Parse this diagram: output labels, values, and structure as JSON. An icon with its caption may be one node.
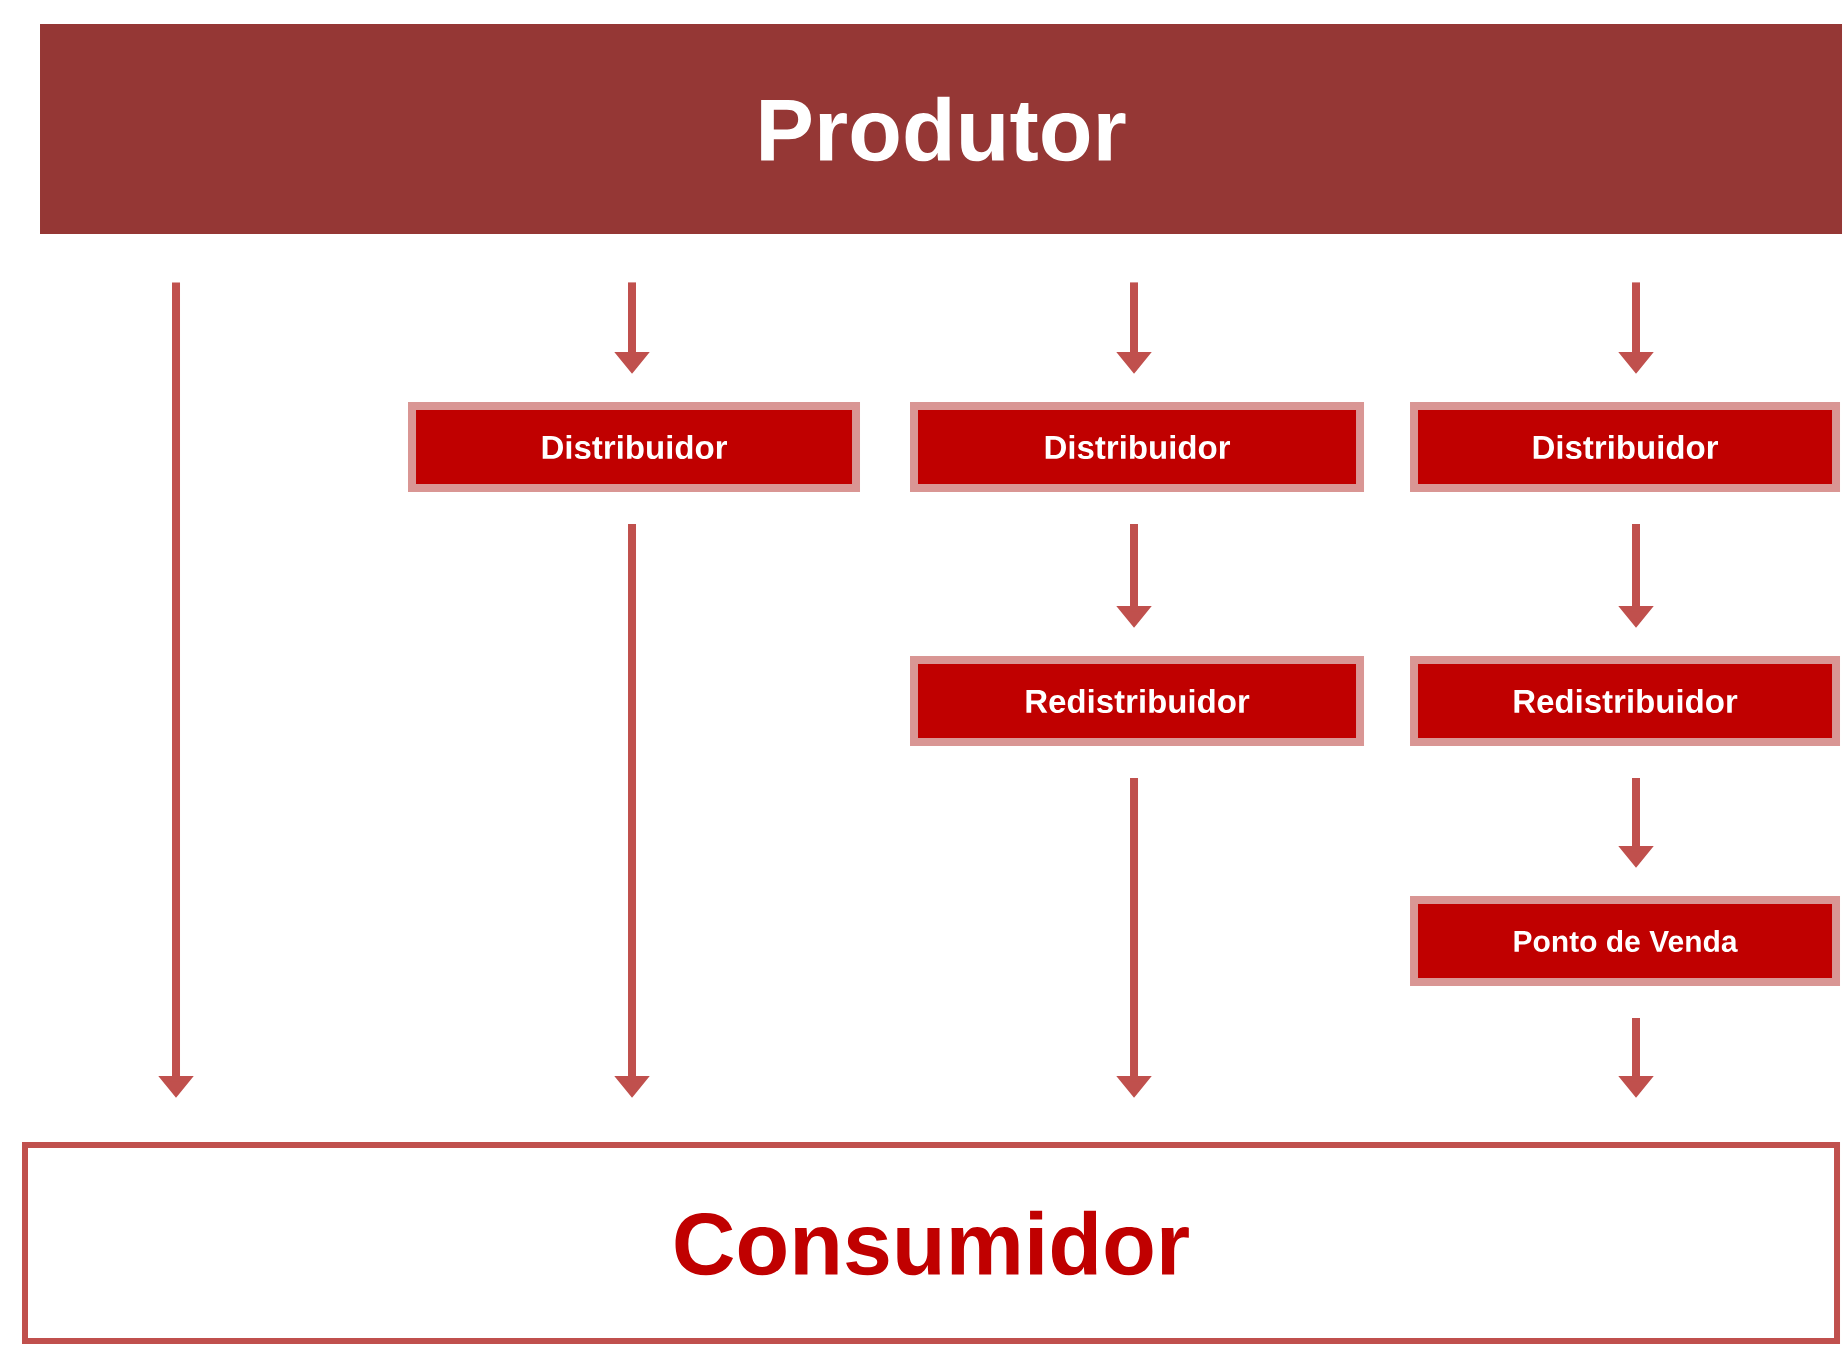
{
  "diagram": {
    "nodes": [
      {
        "text": [
          "Produtor"
        ]
      },
      {
        "text": [
          "Distribuidor"
        ]
      },
      {
        "text": [
          "Distribuidor"
        ]
      },
      {
        "text": [
          "Distribuidor"
        ]
      },
      {
        "text": [
          "Redistribuidor"
        ]
      },
      {
        "text": [
          "Redistribuidor"
        ]
      },
      {
        "text": [
          "Ponto de Venda"
        ]
      },
      {
        "text": [
          "Consumidor"
        ]
      }
    ],
    "edges": [
      {
        "from": 0,
        "to": 7,
        "arrow": "to"
      },
      {
        "from": 0,
        "to": 1,
        "arrow": "to"
      },
      {
        "from": 1,
        "to": 7,
        "arrow": "to"
      },
      {
        "from": 0,
        "to": 2,
        "arrow": "to"
      },
      {
        "from": 2,
        "to": 4,
        "arrow": "to"
      },
      {
        "from": 4,
        "to": 7,
        "arrow": "to"
      },
      {
        "from": 0,
        "to": 3,
        "arrow": "to"
      },
      {
        "from": 3,
        "to": 5,
        "arrow": "to"
      },
      {
        "from": 5,
        "to": 6,
        "arrow": "to"
      },
      {
        "from": 6,
        "to": 7,
        "arrow": "to"
      }
    ]
  }
}
